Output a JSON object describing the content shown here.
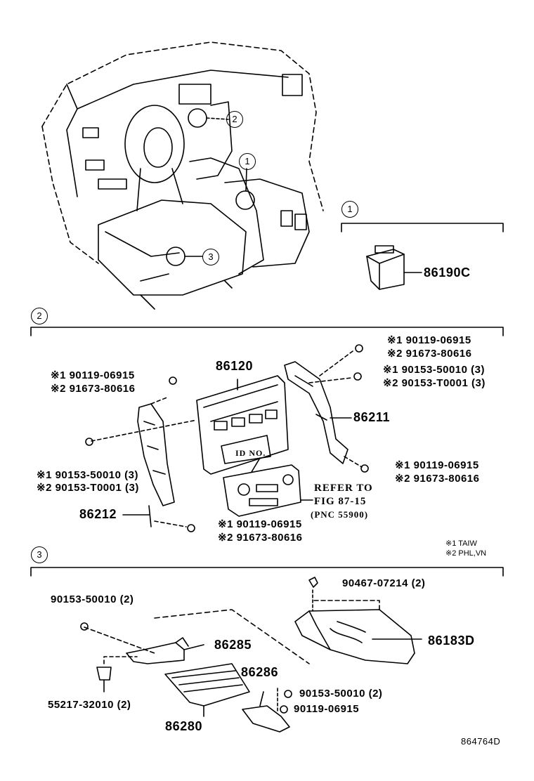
{
  "sections": {
    "one": {
      "marker": "1"
    },
    "two": {
      "marker": "2"
    },
    "three": {
      "marker": "3"
    }
  },
  "callouts": {
    "a": "2",
    "b": "1",
    "c": "3"
  },
  "parts": {
    "p86190C": "86190C",
    "p86120": "86120",
    "p86211": "86211",
    "p86212": "86212",
    "tr1a": "※1 90119-06915",
    "tr1b": "※2 91673-80616",
    "tr2a": "※1 90153-50010 (3)",
    "tr2b": "※2 90153-T0001 (3)",
    "tl1a": "※1 90119-06915",
    "tl1b": "※2 91673-80616",
    "ml2a": "※1 90153-50010 (3)",
    "ml2b": "※2 90153-T0001 (3)",
    "mr1a": "※1 90119-06915",
    "mr1b": "※2 91673-80616",
    "bm1a": "※1 90119-06915",
    "bm1b": "※2 91673-80616",
    "idno": "ID NO.",
    "refer1": "REFER TO",
    "refer2": "FIG 87-15",
    "refer3": "(PNC 55900)",
    "note1": "※1 TAIW",
    "note2": "※2 PHL,VN",
    "s3a": "90467-07214 (2)",
    "s3b": "90153-50010 (2)",
    "s3c": "86183D",
    "s3d": "86285",
    "s3e": "86286",
    "s3f": "90153-50010 (2)",
    "s3g": "55217-32010 (2)",
    "s3h": "90119-06915",
    "s3i": "86280",
    "figid": "864764D"
  }
}
